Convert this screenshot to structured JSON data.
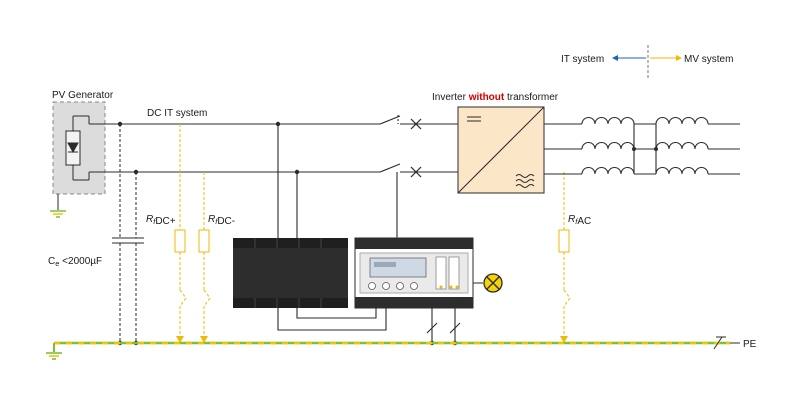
{
  "labels": {
    "pv_generator": "PV Generator",
    "dc_it_system": "DC IT system",
    "inverter_prefix": "Inverter ",
    "inverter_bold": "without",
    "inverter_suffix": " transformer",
    "it_system": "IT system",
    "mv_system": "MV system",
    "ce_main": "C",
    "ce_sub": "e",
    "ce_value": " <2000µF",
    "rf_main": "R",
    "rf_sub": "f",
    "rdc_plus_sub": "DC+",
    "rdc_minus_sub": "DC-",
    "rac_sub": "AC",
    "pe": "PE"
  },
  "colors": {
    "line": "#2b2b2b",
    "monitor_orange": "#f2b705",
    "earth_green": "#7cbf3a",
    "earth_yellow": "#f2c400",
    "highlight_red": "#d40000",
    "arrow_blue": "#1f5fbf",
    "pv_box_fill": "#dcdcdc",
    "inverter_fill": "#fbe6c8",
    "device_dark": "#2d2d2d",
    "lamp_fill": "#f6d20a"
  },
  "icons": {
    "pv_module": "pv-module-icon",
    "inverter": "inverter-icon",
    "transformer": "transformer-coil-icon",
    "lamp": "signal-lamp-icon",
    "ground": "ground-icon"
  }
}
